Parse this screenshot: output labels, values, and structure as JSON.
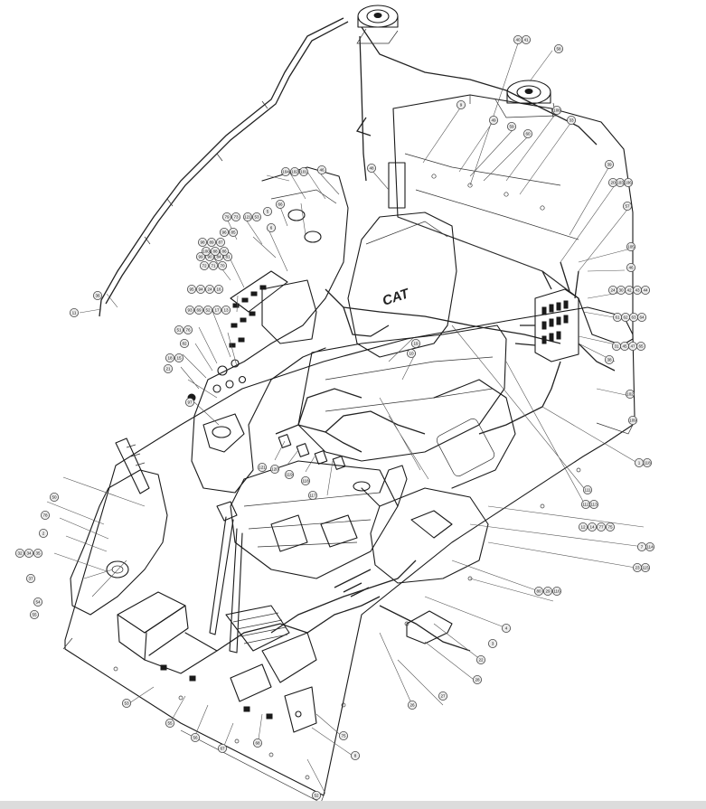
{
  "diagram": {
    "brand_text": "CAT",
    "callouts": [
      {
        "id": "c1",
        "label": "40"
      },
      {
        "id": "c2",
        "label": "41"
      },
      {
        "id": "c3",
        "label": "58"
      },
      {
        "id": "c4",
        "label": "9"
      },
      {
        "id": "c5",
        "label": "49"
      },
      {
        "id": "c6",
        "label": "59"
      },
      {
        "id": "c7",
        "label": "60"
      },
      {
        "id": "c8",
        "label": "108"
      },
      {
        "id": "c9",
        "label": "33"
      },
      {
        "id": "c10",
        "label": "48"
      },
      {
        "id": "c11",
        "label": "39"
      },
      {
        "id": "c12",
        "label": "20"
      },
      {
        "id": "c13",
        "label": "103"
      },
      {
        "id": "c14",
        "label": "106"
      },
      {
        "id": "c15",
        "label": "57"
      },
      {
        "id": "c16",
        "label": "105"
      },
      {
        "id": "c17",
        "label": "46"
      },
      {
        "id": "c18",
        "label": "24"
      },
      {
        "id": "c19",
        "label": "30"
      },
      {
        "id": "c20",
        "label": "42"
      },
      {
        "id": "c21",
        "label": "43"
      },
      {
        "id": "c22",
        "label": "44"
      },
      {
        "id": "c23",
        "label": "61"
      },
      {
        "id": "c24",
        "label": "62"
      },
      {
        "id": "c25",
        "label": "63"
      },
      {
        "id": "c26",
        "label": "64"
      },
      {
        "id": "c27",
        "label": "31"
      },
      {
        "id": "c28",
        "label": "45"
      },
      {
        "id": "c29",
        "label": "47"
      },
      {
        "id": "c30",
        "label": "65"
      },
      {
        "id": "c31",
        "label": "38"
      },
      {
        "id": "c32",
        "label": "102"
      },
      {
        "id": "c33",
        "label": "109"
      },
      {
        "id": "c34",
        "label": "1"
      },
      {
        "id": "c35",
        "label": "118"
      },
      {
        "id": "c36",
        "label": "111"
      },
      {
        "id": "c37",
        "label": "112"
      },
      {
        "id": "c38",
        "label": "113"
      },
      {
        "id": "c39",
        "label": "12"
      },
      {
        "id": "c40",
        "label": "14"
      },
      {
        "id": "c41",
        "label": "77"
      },
      {
        "id": "c42",
        "label": "75"
      },
      {
        "id": "c43",
        "label": "7"
      },
      {
        "id": "c44",
        "label": "114"
      },
      {
        "id": "c45",
        "label": "23"
      },
      {
        "id": "c46",
        "label": "115"
      },
      {
        "id": "c47",
        "label": "80"
      },
      {
        "id": "c48",
        "label": "29"
      },
      {
        "id": "c49",
        "label": "116"
      },
      {
        "id": "c50",
        "label": "4"
      },
      {
        "id": "c51",
        "label": "3"
      },
      {
        "id": "c52",
        "label": "22"
      },
      {
        "id": "c53",
        "label": "28"
      },
      {
        "id": "c54",
        "label": "27"
      },
      {
        "id": "c55",
        "label": "26"
      },
      {
        "id": "c56",
        "label": "75"
      },
      {
        "id": "c57",
        "label": "8"
      },
      {
        "id": "c58",
        "label": "52"
      },
      {
        "id": "c59",
        "label": "68"
      },
      {
        "id": "c60",
        "label": "67"
      },
      {
        "id": "c61",
        "label": "56"
      },
      {
        "id": "c62",
        "label": "55"
      },
      {
        "id": "c63",
        "label": "53"
      },
      {
        "id": "c64",
        "label": "54"
      },
      {
        "id": "c65",
        "label": "55"
      },
      {
        "id": "c66",
        "label": "37"
      },
      {
        "id": "c67",
        "label": "32"
      },
      {
        "id": "c68",
        "label": "34"
      },
      {
        "id": "c69",
        "label": "35"
      },
      {
        "id": "c70",
        "label": "2"
      },
      {
        "id": "c71",
        "label": "78"
      },
      {
        "id": "c72",
        "label": "50"
      },
      {
        "id": "c73",
        "label": "36"
      },
      {
        "id": "c74",
        "label": "11"
      },
      {
        "id": "c75",
        "label": "21"
      },
      {
        "id": "c76",
        "label": "18"
      },
      {
        "id": "c77",
        "label": "15"
      },
      {
        "id": "c78",
        "label": "51"
      },
      {
        "id": "c79",
        "label": "76"
      },
      {
        "id": "c80",
        "label": "82"
      },
      {
        "id": "c81",
        "label": "97"
      },
      {
        "id": "c82",
        "label": "93"
      },
      {
        "id": "c83",
        "label": "69"
      },
      {
        "id": "c84",
        "label": "52"
      },
      {
        "id": "c85",
        "label": "17"
      },
      {
        "id": "c86",
        "label": "13"
      },
      {
        "id": "c87",
        "label": "95"
      },
      {
        "id": "c88",
        "label": "94"
      },
      {
        "id": "c89",
        "label": "24"
      },
      {
        "id": "c90",
        "label": "16"
      },
      {
        "id": "c91",
        "label": "99"
      },
      {
        "id": "c92",
        "label": "90"
      },
      {
        "id": "c93",
        "label": "84"
      },
      {
        "id": "c94",
        "label": "81"
      },
      {
        "id": "c95",
        "label": "72"
      },
      {
        "id": "c96",
        "label": "71"
      },
      {
        "id": "c97",
        "label": "70"
      },
      {
        "id": "c98",
        "label": "100"
      },
      {
        "id": "c99",
        "label": "88"
      },
      {
        "id": "c100",
        "label": "86"
      },
      {
        "id": "c101",
        "label": "98"
      },
      {
        "id": "c102",
        "label": "89"
      },
      {
        "id": "c103",
        "label": "87"
      },
      {
        "id": "c104",
        "label": "79"
      },
      {
        "id": "c105",
        "label": "73"
      },
      {
        "id": "c106",
        "label": "96"
      },
      {
        "id": "c107",
        "label": "85"
      },
      {
        "id": "c108",
        "label": "121"
      },
      {
        "id": "c109",
        "label": "53"
      },
      {
        "id": "c110",
        "label": "6"
      },
      {
        "id": "c111",
        "label": "5"
      },
      {
        "id": "c112",
        "label": "66"
      },
      {
        "id": "c113",
        "label": "104"
      },
      {
        "id": "c114",
        "label": "102"
      },
      {
        "id": "c115",
        "label": "101"
      },
      {
        "id": "c116",
        "label": "46"
      },
      {
        "id": "c117",
        "label": "19"
      },
      {
        "id": "c118",
        "label": "10"
      },
      {
        "id": "c119",
        "label": "121"
      },
      {
        "id": "c120",
        "label": "120"
      },
      {
        "id": "c121",
        "label": "119"
      },
      {
        "id": "c122",
        "label": "118"
      },
      {
        "id": "c123",
        "label": "117"
      }
    ]
  }
}
